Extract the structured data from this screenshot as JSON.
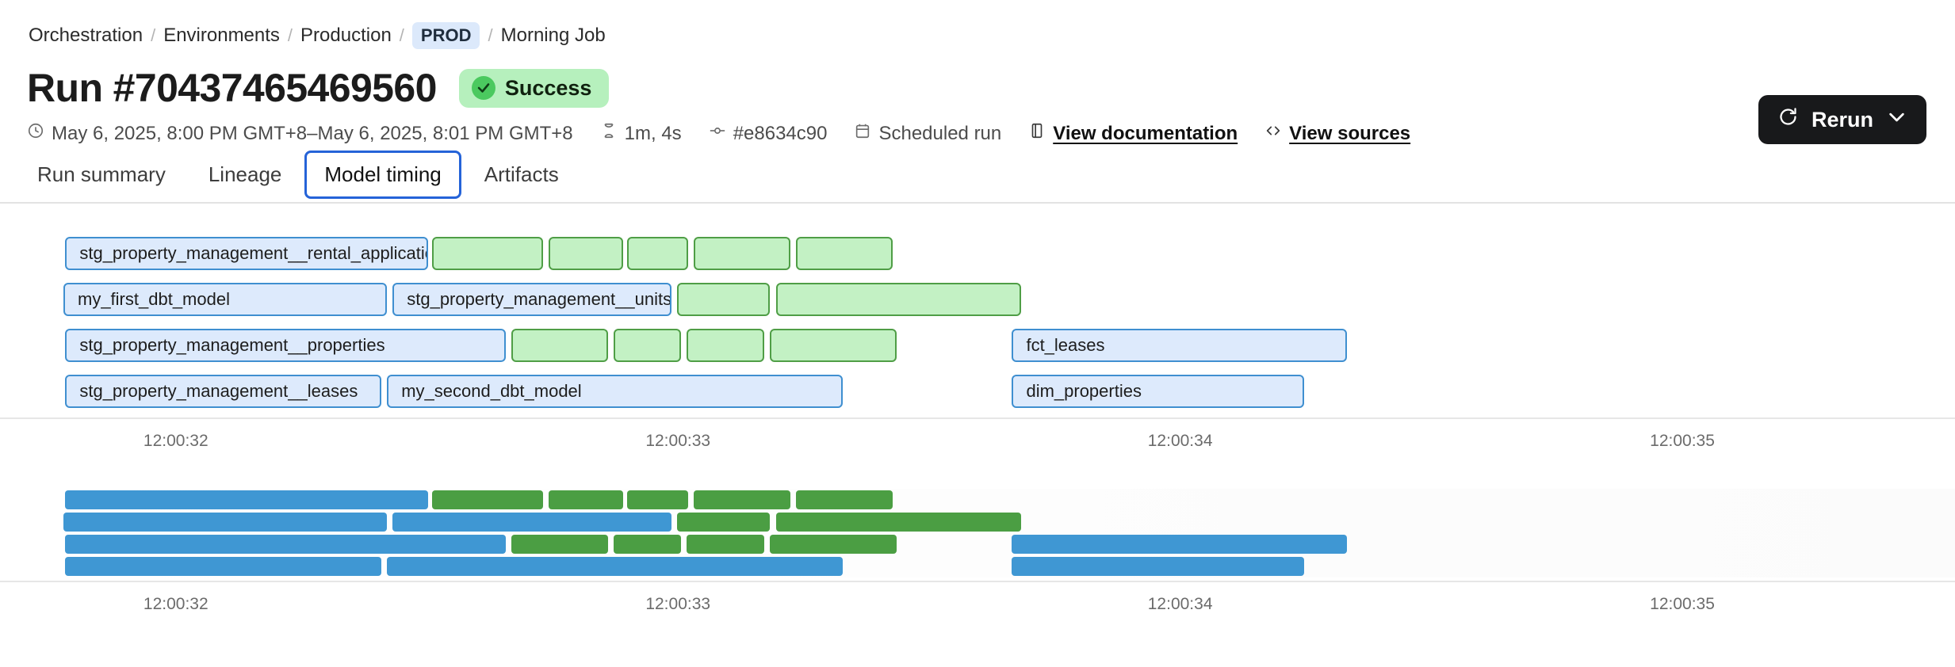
{
  "breadcrumb": {
    "items": [
      {
        "label": "Orchestration",
        "type": "link"
      },
      {
        "label": "Environments",
        "type": "link"
      },
      {
        "label": "Production",
        "type": "link"
      },
      {
        "label": "PROD",
        "type": "badge"
      },
      {
        "label": "Morning Job",
        "type": "text"
      }
    ],
    "separator": "/"
  },
  "header": {
    "title": "Run #70437465469560",
    "status": "Success",
    "status_icon": "check-circle-icon",
    "status_bg": "#b6f0bd",
    "status_dot": "#4bc95f"
  },
  "rerun": {
    "label": "Rerun",
    "icon": "refresh-icon",
    "chevron": "chevron-down-icon"
  },
  "meta": {
    "timerange": "May 6, 2025, 8:00 PM GMT+8–May 6, 2025, 8:01 PM GMT+8",
    "duration": "1m, 4s",
    "commit": "#e8634c90",
    "trigger": "Scheduled run",
    "docs_link": "View documentation",
    "sources_link": "View sources"
  },
  "tabs": [
    {
      "label": "Run summary",
      "active": false
    },
    {
      "label": "Lineage",
      "active": false
    },
    {
      "label": "Model timing",
      "active": true
    },
    {
      "label": "Artifacts",
      "active": false
    }
  ],
  "chart_data": {
    "type": "bar",
    "title": "Model timing",
    "xlabel": "",
    "ylabel": "",
    "x_ticks": [
      "12:00:32",
      "12:00:33",
      "12:00:34",
      "12:00:35"
    ],
    "x_tick_positions_pct": [
      2.0,
      29.0,
      56.0,
      83.0
    ],
    "colors": {
      "model_fill": "#ddeafc",
      "model_border": "#3f8fd0",
      "test_fill": "#c3f1c4",
      "test_border": "#4f9e46",
      "overview_model": "#3f97d3",
      "overview_test": "#4b9e43"
    },
    "rows": [
      {
        "index": 0,
        "segments": [
          {
            "label": "stg_property_management__rental_applications",
            "kind": "model",
            "start_pct": 0.1,
            "width_pct": 19.5
          },
          {
            "label": "",
            "kind": "test",
            "start_pct": 19.8,
            "width_pct": 6.0
          },
          {
            "label": "",
            "kind": "test",
            "start_pct": 26.1,
            "width_pct": 4.0
          },
          {
            "label": "",
            "kind": "test",
            "start_pct": 30.3,
            "width_pct": 3.3
          },
          {
            "label": "",
            "kind": "test",
            "start_pct": 33.9,
            "width_pct": 5.2
          },
          {
            "label": "",
            "kind": "test",
            "start_pct": 39.4,
            "width_pct": 5.2
          }
        ]
      },
      {
        "index": 1,
        "segments": [
          {
            "label": "my_first_dbt_model",
            "kind": "model",
            "start_pct": 0.0,
            "width_pct": 17.4
          },
          {
            "label": "stg_property_management__units",
            "kind": "model",
            "start_pct": 17.7,
            "width_pct": 15.0
          },
          {
            "label": "",
            "kind": "test",
            "start_pct": 33.0,
            "width_pct": 5.0
          },
          {
            "label": "",
            "kind": "test",
            "start_pct": 38.3,
            "width_pct": 13.2
          }
        ]
      },
      {
        "index": 2,
        "segments": [
          {
            "label": "stg_property_management__properties",
            "kind": "model",
            "start_pct": 0.1,
            "width_pct": 23.7
          },
          {
            "label": "",
            "kind": "test",
            "start_pct": 24.1,
            "width_pct": 5.2
          },
          {
            "label": "",
            "kind": "test",
            "start_pct": 29.6,
            "width_pct": 3.6
          },
          {
            "label": "",
            "kind": "test",
            "start_pct": 33.5,
            "width_pct": 4.2
          },
          {
            "label": "",
            "kind": "test",
            "start_pct": 38.0,
            "width_pct": 6.8
          },
          {
            "label": "fct_leases",
            "kind": "model",
            "start_pct": 51.0,
            "width_pct": 18.0
          }
        ]
      },
      {
        "index": 3,
        "segments": [
          {
            "label": "stg_property_management__leases",
            "kind": "model",
            "start_pct": 0.1,
            "width_pct": 17.0
          },
          {
            "label": "my_second_dbt_model",
            "kind": "model",
            "start_pct": 17.4,
            "width_pct": 24.5
          },
          {
            "label": "dim_properties",
            "kind": "model",
            "start_pct": 51.0,
            "width_pct": 15.7
          }
        ]
      }
    ],
    "overview_rows": [
      {
        "index": 0,
        "segments": [
          {
            "kind": "model",
            "start_pct": 0.1,
            "width_pct": 19.5
          },
          {
            "kind": "test",
            "start_pct": 19.8,
            "width_pct": 6.0
          },
          {
            "kind": "test",
            "start_pct": 26.1,
            "width_pct": 4.0
          },
          {
            "kind": "test",
            "start_pct": 30.3,
            "width_pct": 3.3
          },
          {
            "kind": "test",
            "start_pct": 33.9,
            "width_pct": 5.2
          },
          {
            "kind": "test",
            "start_pct": 39.4,
            "width_pct": 5.2
          }
        ]
      },
      {
        "index": 1,
        "segments": [
          {
            "kind": "model",
            "start_pct": 0.0,
            "width_pct": 17.4
          },
          {
            "kind": "model",
            "start_pct": 17.7,
            "width_pct": 15.0
          },
          {
            "kind": "test",
            "start_pct": 33.0,
            "width_pct": 5.0
          },
          {
            "kind": "test",
            "start_pct": 38.3,
            "width_pct": 13.2
          }
        ]
      },
      {
        "index": 2,
        "segments": [
          {
            "kind": "model",
            "start_pct": 0.1,
            "width_pct": 23.7
          },
          {
            "kind": "test",
            "start_pct": 24.1,
            "width_pct": 5.2
          },
          {
            "kind": "test",
            "start_pct": 29.6,
            "width_pct": 3.6
          },
          {
            "kind": "test",
            "start_pct": 33.5,
            "width_pct": 4.2
          },
          {
            "kind": "test",
            "start_pct": 38.0,
            "width_pct": 6.8
          },
          {
            "kind": "model",
            "start_pct": 51.0,
            "width_pct": 18.0
          }
        ]
      },
      {
        "index": 3,
        "segments": [
          {
            "kind": "model",
            "start_pct": 0.1,
            "width_pct": 17.0
          },
          {
            "kind": "model",
            "start_pct": 17.4,
            "width_pct": 24.5
          },
          {
            "kind": "model",
            "start_pct": 51.0,
            "width_pct": 15.7
          }
        ]
      }
    ]
  }
}
